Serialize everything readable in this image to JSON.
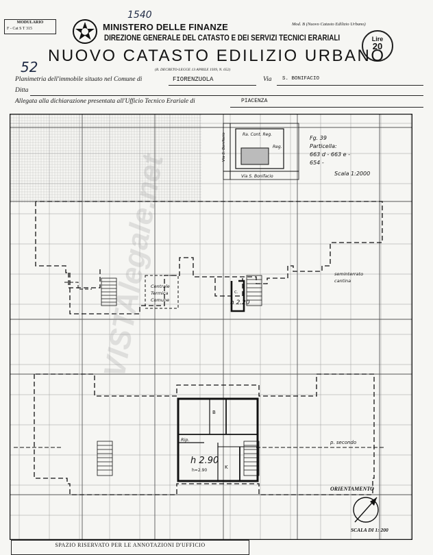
{
  "header": {
    "handwritten_top": "1540",
    "modulario_title": "MODULARIO",
    "modulario_code": "F - Cat S T   315",
    "emblem": "italian-republic-emblem",
    "ministry": "MINISTERO DELLE FINANZE",
    "directorate": "DIREZIONE GENERALE DEL CATASTO E DEI SERVIZI TECNICI ERARIALI",
    "model": "Mod. B (Nuovo Catasto Edilizio Urbano)",
    "title": "NUOVO CATASTO EDILIZIO URBANO",
    "decree": "(R. DECRETO-LEGGE 13 APRILE 1939, N. 652)",
    "price_label": "Lire",
    "price_value": "20",
    "handwritten_side": "52"
  },
  "form": {
    "planimetria_label": "Planimetria dell'immobile situato nel Comune di",
    "comune": "FIORENZUOLA",
    "via_label": "Via",
    "via": "S. BONIFACIO",
    "ditta_label": "Ditta",
    "allegata_label": "Allegata alla dichiarazione presentata all'Ufficio Tecnico Erariale di",
    "ufficio": "PIACENZA"
  },
  "plan": {
    "location_map": {
      "road_left": "Via S. Bonifacio",
      "label_top": "Ra. Cont. Reg.",
      "label_right": "Reg.",
      "road_bottom": "Via S. Bonifacio"
    },
    "cadastral": {
      "foglio": "Fg. 39",
      "particella_label": "Particella:",
      "particelle": "663 d - 663 e -",
      "particelle2": "654 -",
      "scale_small": "Scala 1:2000"
    },
    "labels": {
      "centrale_termica_1": "Centrale",
      "centrale_termica_2": "Termica",
      "centrale_termica_3": "Comune",
      "cantina_code": "C.",
      "cantina_height": "h 2.20",
      "seminterrato_1": "seminterrato",
      "seminterrato_2": "cantina",
      "room_b": "B",
      "room_rip": "Rip.",
      "room_k": "K",
      "flat_height": "h 2.90",
      "flat_height_sub": "h=2.90",
      "piano_secondo": "p. secondo"
    },
    "orientation_title": "ORIENTAMENTO",
    "scale_main": "SCALA DI 1: 200"
  },
  "footer": {
    "reserved": "SPAZIO RISERVATO PER LE ANNOTAZIONI D'UFFICIO"
  },
  "watermark": "VISTAlegale.net"
}
